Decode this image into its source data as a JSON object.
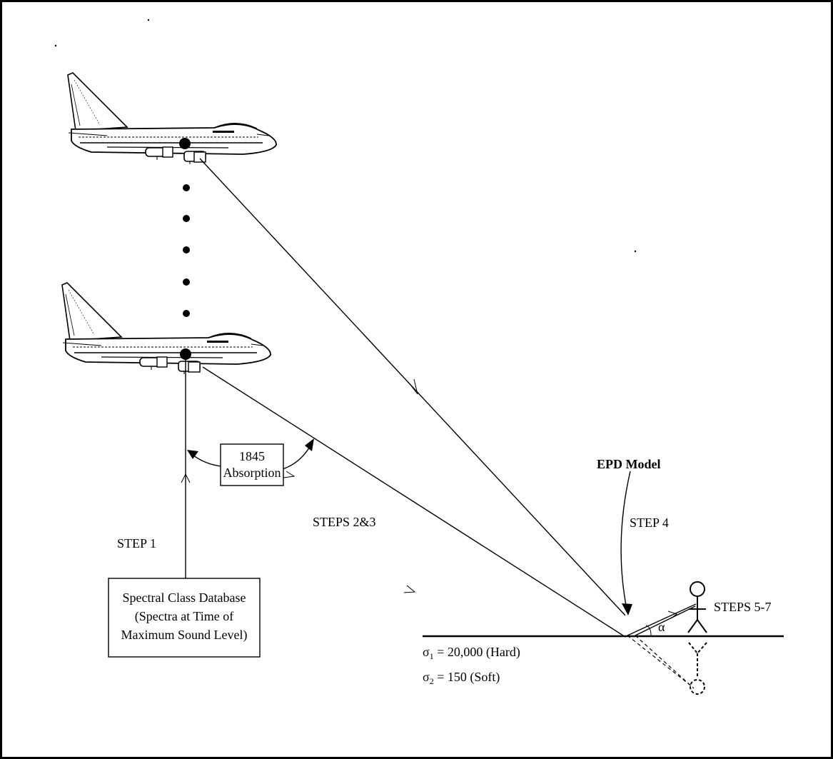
{
  "labels": {
    "absorption_box": [
      "1845",
      "Absorption"
    ],
    "step1": "STEP 1",
    "steps23": "STEPS 2&3",
    "step4": "STEP 4",
    "steps57": "STEPS 5-7",
    "epd_model": "EPD Model",
    "alpha": "α",
    "database_box": [
      "Spectral Class Database",
      "(Spectra at Time of",
      "Maximum Sound Level)"
    ],
    "sigma1": {
      "symbol": "σ",
      "sub": "1",
      "text": " = 20,000 (Hard)"
    },
    "sigma2": {
      "symbol": "σ",
      "sub": "2",
      "text": " = 150 (Soft)"
    }
  },
  "colors": {
    "line": "#000000",
    "background": "#ffffff",
    "aircraft_body": "#ffffff"
  },
  "icons": [
    "aircraft-icon",
    "listener-figure-icon",
    "image-source-figure-icon"
  ]
}
